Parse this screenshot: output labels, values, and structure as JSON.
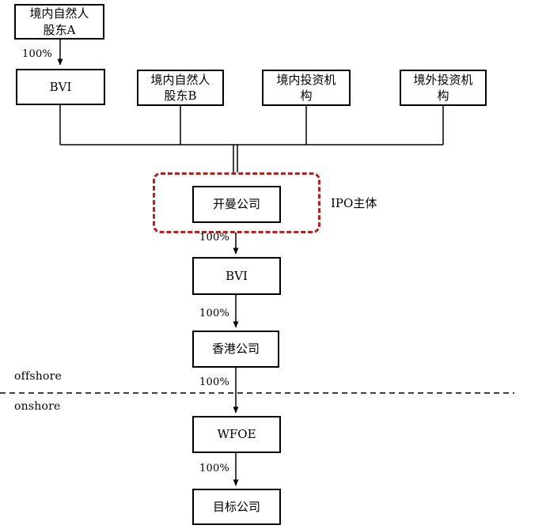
{
  "nodes": {
    "shareholder_a": "境内自然人\n股东A",
    "bvi_top": "BVI",
    "shareholder_b": "境内自然人\n股东B",
    "domestic_investor": "境内投资机\n构",
    "foreign_investor": "境外投资机\n构",
    "cayman": "开曼公司",
    "bvi_mid": "BVI",
    "hongkong": "香港公司",
    "wfoe": "WFOE",
    "target": "目标公司"
  },
  "edge_labels": {
    "a_to_bvi": "100%",
    "cayman_to_bvi": "100%",
    "bvi_to_hk": "100%",
    "hk_to_wfoe": "100%",
    "wfoe_to_target": "100%"
  },
  "annotations": {
    "ipo_entity": "IPO主体",
    "offshore": "offshore",
    "onshore": "onshore"
  },
  "colors": {
    "ipo_highlight": "#b02424",
    "box_border": "#000000",
    "line": "#000000"
  }
}
